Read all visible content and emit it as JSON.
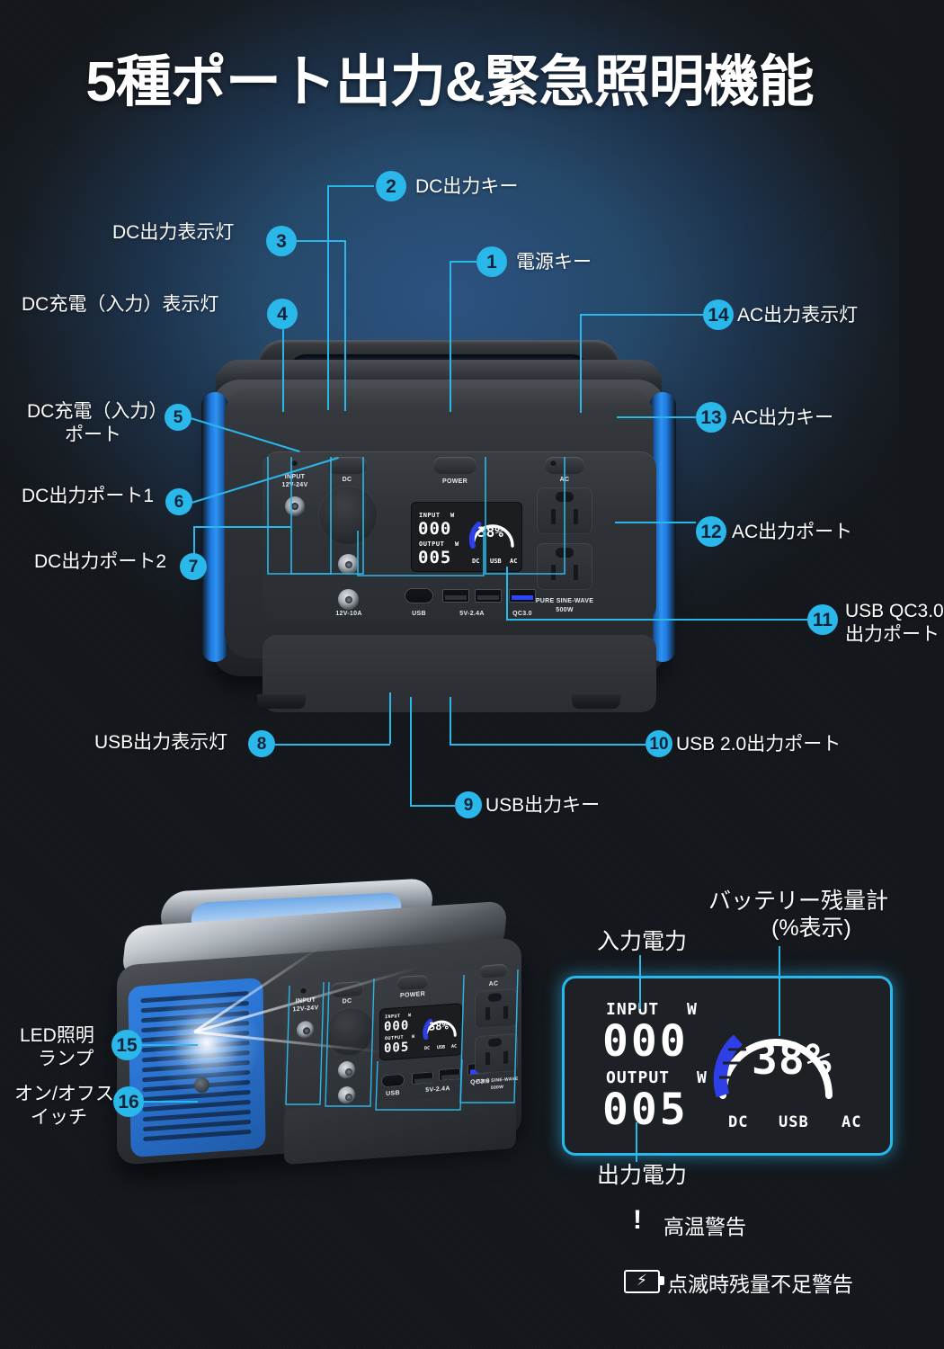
{
  "title": "5種ポート出力&緊急照明機能",
  "colors": {
    "accent_cyan": "#2ab7e9",
    "device_blue": "#1f7ae0",
    "gauge_blue": "#2e3fe8",
    "bg_deep": "#15181d",
    "bg_mid": "#25456e"
  },
  "callouts": [
    {
      "n": "1",
      "label": "電源キー"
    },
    {
      "n": "2",
      "label": "DC出力キー"
    },
    {
      "n": "3",
      "label": "DC出力表示灯"
    },
    {
      "n": "4",
      "label": "DC充電（入力）表示灯"
    },
    {
      "n": "5",
      "label_line1": "DC充電（入力）",
      "label_line2": "ポート"
    },
    {
      "n": "6",
      "label": "DC出力ポート1"
    },
    {
      "n": "7",
      "label": "DC出力ポート2"
    },
    {
      "n": "8",
      "label": "USB出力表示灯"
    },
    {
      "n": "9",
      "label": "USB出力キー"
    },
    {
      "n": "10",
      "label": "USB 2.0出力ポート"
    },
    {
      "n": "11",
      "label_line1": "USB QC3.0",
      "label_line2": "出力ポート"
    },
    {
      "n": "12",
      "label": "AC出力ポート"
    },
    {
      "n": "13",
      "label": "AC出力キー"
    },
    {
      "n": "14",
      "label": "AC出力表示灯"
    },
    {
      "n": "15",
      "label_line1": "LED照明",
      "label_line2": "ランプ"
    },
    {
      "n": "16",
      "label_line1": "オン/オフス",
      "label_line2": "イッチ"
    }
  ],
  "device_panel": {
    "input_label_line1": "INPUT",
    "input_label_line2": "12V-24V",
    "dc_label": "DC",
    "power_label": "POWER",
    "ac_label": "AC",
    "dc_out_label": "12V-10A",
    "usb_label": "USB",
    "usb_amp_label": "5V-2.4A",
    "qc_label": "QC3.0",
    "ac_spec_line1": "PURE SINE-WAVE",
    "ac_spec_line2": "500W"
  },
  "lcd": {
    "input_label": "INPUT",
    "input_unit": "W",
    "input_value": "000",
    "output_label": "OUTPUT",
    "output_unit": "W",
    "output_value": "005",
    "battery_percent": "38%",
    "battery_percent_value": 38,
    "tag_dc": "DC",
    "tag_usb": "USB",
    "tag_ac": "AC"
  },
  "lcd_annotations": {
    "input_power": "入力電力",
    "output_power": "出力電力",
    "battery_gauge_line1": "バッテリー残量計",
    "battery_gauge_line2": "(%表示)"
  },
  "warnings": [
    {
      "icon": "exclamation-icon",
      "text": "高温警告"
    },
    {
      "icon": "battery-low-icon",
      "text": "点滅時残量不足警告"
    }
  ]
}
